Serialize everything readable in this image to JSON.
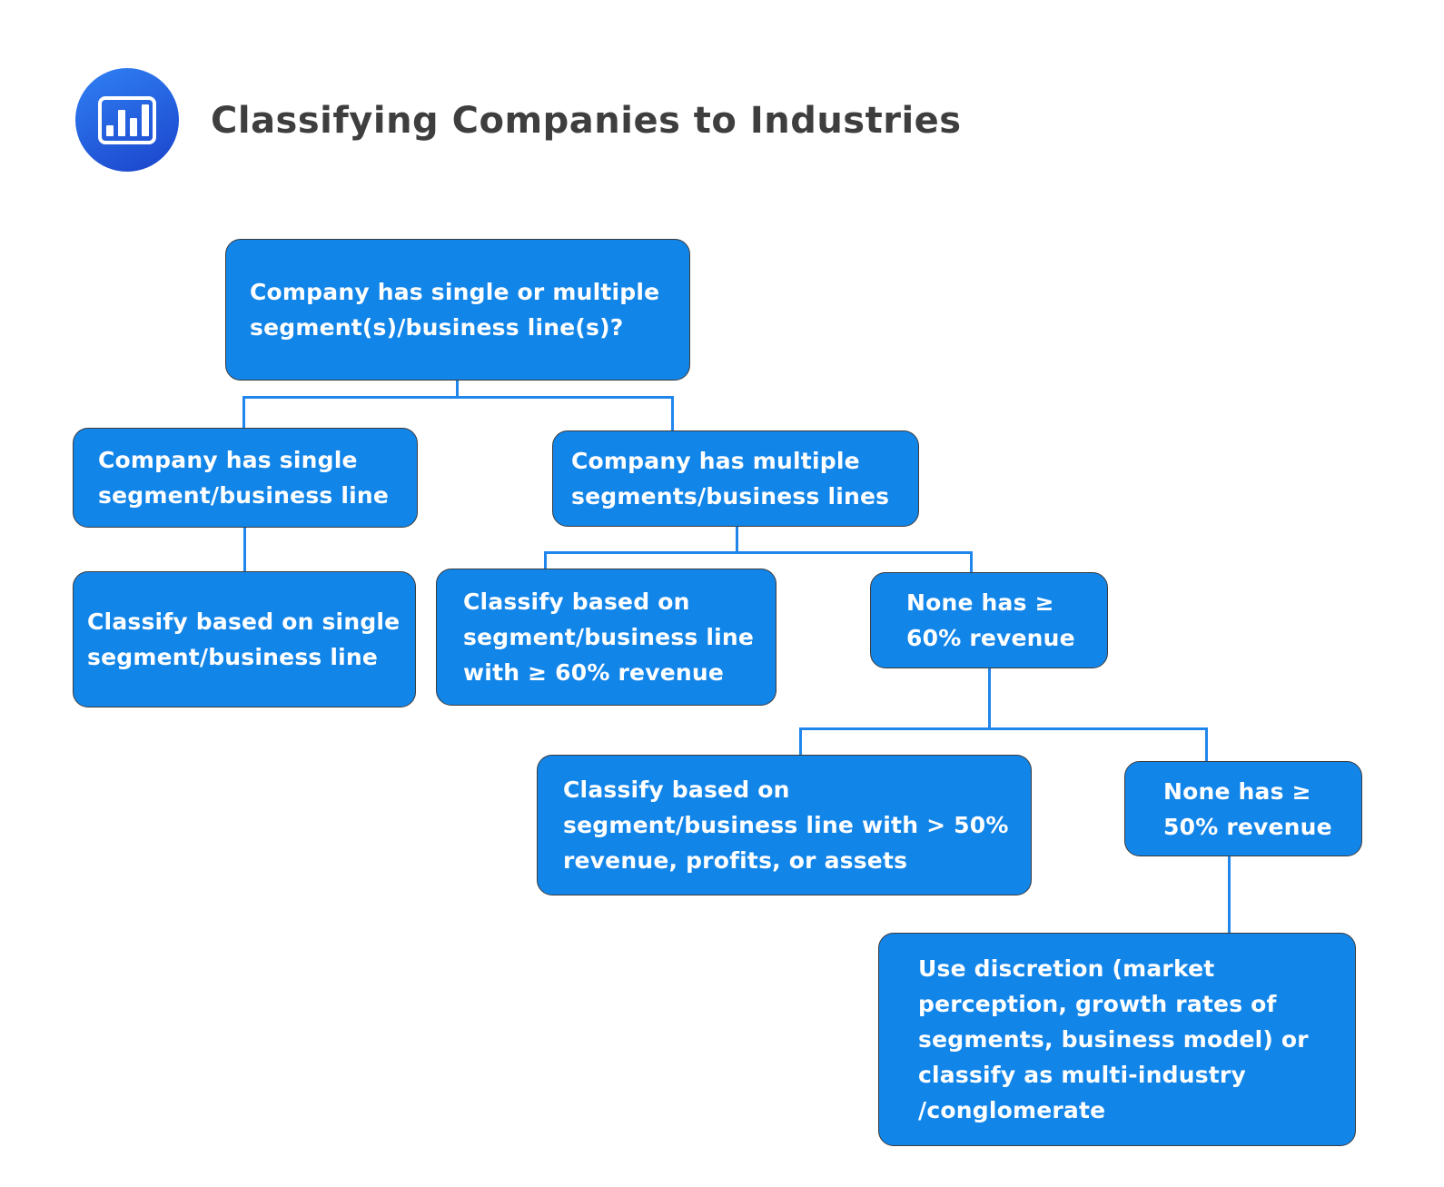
{
  "header": {
    "title": "Classifying Companies to Industries",
    "icon": "bar-chart-icon"
  },
  "colors": {
    "node_fill": "#1285e9",
    "node_border": "#3c3c3c",
    "node_text": "#ffffff",
    "connector": "#2186ec",
    "title_text": "#3e3e3e",
    "icon_gradient_start": "#2f7ef2",
    "icon_gradient_end": "#1c46cd",
    "background": "#ffffff"
  },
  "flowchart": {
    "nodes": [
      {
        "id": "q-segments",
        "label": "Company has single or multiple\nsegment(s)/business line(s)?"
      },
      {
        "id": "single-segment",
        "label": "Company has single\nsegment/business line"
      },
      {
        "id": "multiple-segments",
        "label": "Company has multiple\nsegments/business lines"
      },
      {
        "id": "classify-single",
        "label": "Classify based on single\nsegment/business line"
      },
      {
        "id": "classify-60",
        "label": "Classify based on\nsegment/business line\nwith ≥ 60% revenue"
      },
      {
        "id": "none-60",
        "label": "None has ≥\n60% revenue"
      },
      {
        "id": "classify-50",
        "label": "Classify based on\nsegment/business line with > 50%\nrevenue, profits, or assets"
      },
      {
        "id": "none-50",
        "label": "None has ≥\n50% revenue"
      },
      {
        "id": "use-discretion",
        "label": "Use discretion (market\nperception, growth rates of\nsegments, business model) or\nclassify as multi-industry\n/conglomerate"
      }
    ],
    "edges": [
      {
        "from": "q-segments",
        "to": "single-segment"
      },
      {
        "from": "q-segments",
        "to": "multiple-segments"
      },
      {
        "from": "single-segment",
        "to": "classify-single"
      },
      {
        "from": "multiple-segments",
        "to": "classify-60"
      },
      {
        "from": "multiple-segments",
        "to": "none-60"
      },
      {
        "from": "none-60",
        "to": "classify-50"
      },
      {
        "from": "none-60",
        "to": "none-50"
      },
      {
        "from": "none-50",
        "to": "use-discretion"
      }
    ]
  }
}
